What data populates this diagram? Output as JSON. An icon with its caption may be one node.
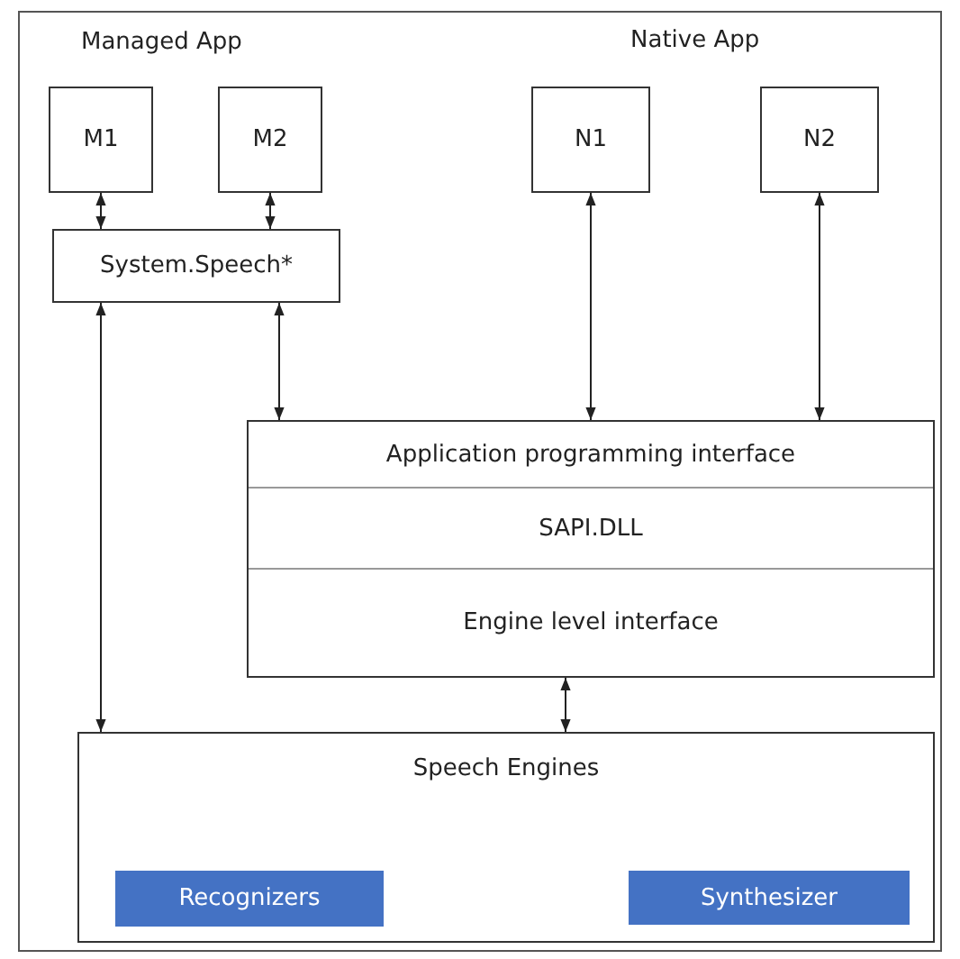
{
  "diagram": {
    "nodes": [
      {
        "text": [
          "M1"
        ]
      },
      {
        "text": [
          "M2"
        ]
      },
      {
        "text": [
          "N1"
        ]
      },
      {
        "text": [
          "N2"
        ]
      },
      {
        "text": [
          "System.Speech*"
        ]
      },
      {
        "text": [
          "Application programming interface",
          "SAPI.DLL",
          "Engine level interface"
        ]
      },
      {
        "text": [
          "Speech Engines"
        ]
      },
      {
        "text": [
          "Recognizers"
        ],
        "in": 6
      },
      {
        "text": [
          "Synthesizer"
        ],
        "in": 6
      }
    ],
    "edges": [
      {
        "from": 0,
        "to": 4,
        "arrow": "both"
      },
      {
        "from": 1,
        "to": 4,
        "arrow": "both"
      },
      {
        "from": 4,
        "to": 5,
        "arrow": "both"
      },
      {
        "from": 2,
        "to": 5,
        "arrow": "both"
      },
      {
        "from": 3,
        "to": 5,
        "arrow": "both"
      },
      {
        "from": 4,
        "to": 6,
        "arrow": "both"
      },
      {
        "from": 5,
        "to": 6,
        "arrow": "both"
      }
    ],
    "labels": [
      "Managed App",
      "Native App"
    ]
  }
}
